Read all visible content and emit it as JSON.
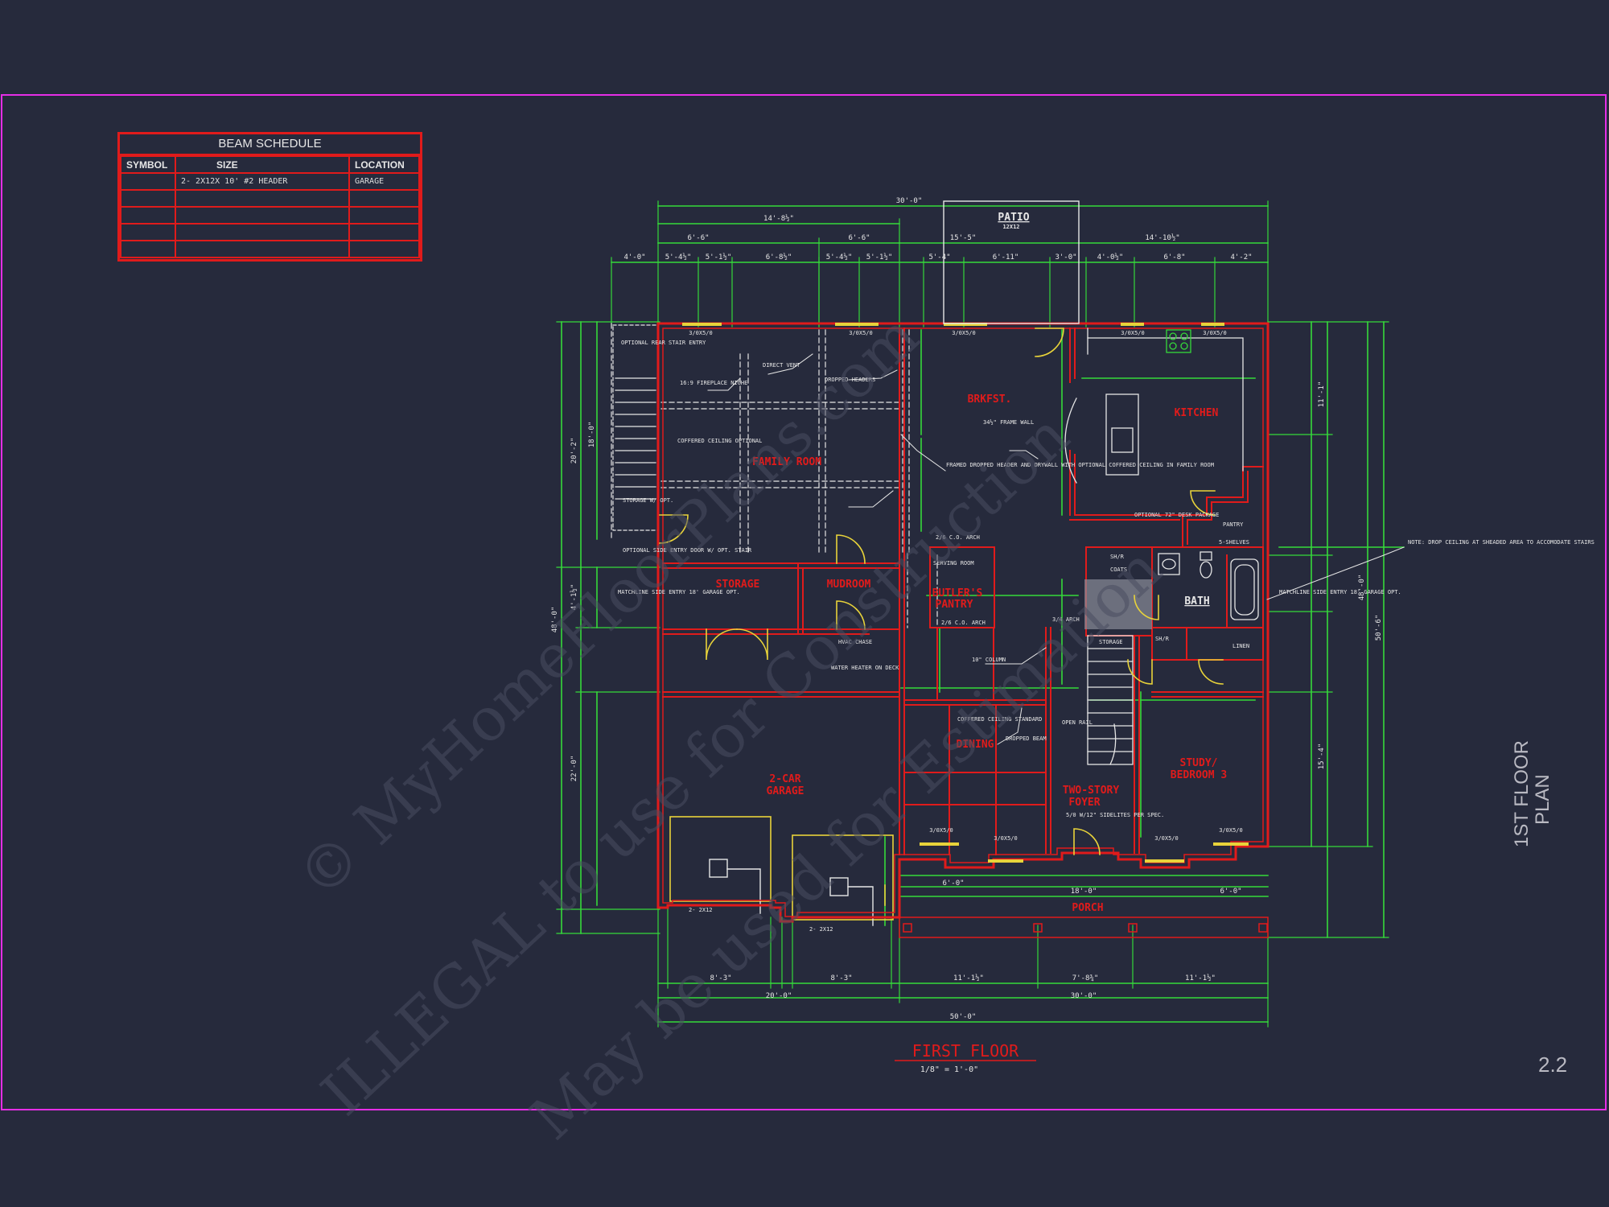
{
  "beam_schedule": {
    "title": "BEAM SCHEDULE",
    "headers": [
      "SYMBOL",
      "SIZE",
      "LOCATION"
    ],
    "rows": [
      [
        "",
        "2- 2X12X 10' #2 HEADER",
        "GARAGE"
      ],
      [
        "",
        "",
        ""
      ],
      [
        "",
        "",
        ""
      ],
      [
        "",
        "",
        ""
      ],
      [
        "",
        "",
        ""
      ]
    ]
  },
  "rooms": {
    "patio": "PATIO",
    "patio_sub": "12X12",
    "family_room": "FAMILY ROOM",
    "brkfst": "BRKFST.",
    "kitchen": "KITCHEN",
    "storage": "STORAGE",
    "mudroom": "MUDROOM",
    "butlers_pantry_1": "BUTLER'S",
    "butlers_pantry_2": "PANTRY",
    "bath": "BATH",
    "garage_1": "2-CAR",
    "garage_2": "GARAGE",
    "dining": "DINING",
    "foyer_1": "TWO-STORY",
    "foyer_2": "FOYER",
    "study_1": "STUDY/",
    "study_2": "BEDROOM 3",
    "porch": "PORCH"
  },
  "notes": {
    "optional_rear_stair": "OPTIONAL REAR STAIR ENTRY",
    "fireplace": "16:9 FIREPLACE NICHE",
    "direct_vent": "DIRECT VENT",
    "dropped_headers": "DROPPED HEADERS",
    "coffered_optional": "COFFERED CEILING OPTIONAL",
    "framed_dropped": "FRAMED DROPPED HEADER AND DRYWALL WITH OPTIONAL COFFERED CEILING IN FAMILY ROOM",
    "frame_wall": "34½\" FRAME WALL",
    "storage_opt": "STORAGE W/ OPT.",
    "optional_side_entry": "OPTIONAL SIDE ENTRY DOOR W/ OPT. STAIR",
    "matchline_left": "MATCHLINE SIDE ENTRY 18' GARAGE OPT.",
    "matchline_right": "MATCHLINE SIDE ENTRY 18' GARAGE OPT.",
    "hvac": "HVAC CHASE",
    "water_heater": "WATER HEATER ON DECK",
    "serving_room": "SERVING ROOM",
    "column": "10\" COLUMN",
    "coffered_standard": "COFFERED CEILING STANDARD",
    "dropped_beam": "DROPPED BEAM",
    "open_rail": "OPEN RAIL",
    "sidelites": "5/0 W/12\" SIDELITES PER SPEC.",
    "pantry": "PANTRY",
    "shelves": "5-SHELVES",
    "desk_package": "OPTIONAL 72\" DESK PACKAGE",
    "note_drop": "NOTE: DROP CEILING AT SHEADED AREA TO ACCOMODATE STAIRS",
    "coats": "COATS",
    "linen": "LINEN",
    "storage_small": "STORAGE",
    "arch_1": "2/6 C.O. ARCH",
    "arch_2": "2/6 C.O. ARCH",
    "arch_3": "3/4 ARCH",
    "header_2x12_a": "2- 2X12",
    "header_2x12_b": "2- 2X12",
    "shr_1": "SH/R",
    "shr_2": "SH/R"
  },
  "dims": {
    "top_total": "30'-0\"",
    "top_a": "14'-8½\"",
    "top_b": "15'-5\"",
    "top_c": "14'-10½\"",
    "top_d": "6'-6\"",
    "top_e": "6'-6\"",
    "top_1": "4'-0\"",
    "top_2": "5'-4½\"",
    "top_3": "5'-1½\"",
    "top_4": "6'-8½\"",
    "top_5": "5'-4½\"",
    "top_6": "5'-1½\"",
    "top_7": "5'-4\"",
    "top_8": "6'-11\"",
    "top_9": "3'-0\"",
    "top_10": "4'-0½\"",
    "top_11": "6'-8\"",
    "top_12": "4'-2\"",
    "bot_1": "8'-3\"",
    "bot_2": "8'-3\"",
    "bot_3": "11'-1½\"",
    "bot_4": "7'-8¾\"",
    "bot_5": "11'-1½\"",
    "bot_20": "20'-0\"",
    "bot_30a": "30'-0\"",
    "bot_50": "50'-0\"",
    "left_1": "20'-2\"",
    "left_2": "18'-0\"",
    "left_3": "48'-0\"",
    "left_4": "4'-1½\"",
    "left_5": "22'-0\"",
    "right_1": "11'-1\"",
    "right_2": "48'-0\"",
    "right_3": "50'-6\"",
    "right_4": "15'-4\"",
    "win_1": "3/0X5/0",
    "win_2": "3/0X5/0",
    "win_3": "3/0X5/0",
    "win_4": "3/0X5/0",
    "win_5": "3/0X5/0",
    "win_6": "3/0X5/0",
    "win_7": "3/0X5/0",
    "win_8": "3/0X5/0",
    "win_9": "3/0X5/0",
    "porch_1": "6'-0\"",
    "porch_2": "18'-0\"",
    "porch_3": "6'-0\""
  },
  "drawing": {
    "title": "FIRST FLOOR",
    "scale": "1/8\" = 1'-0\""
  },
  "sheet": {
    "title_line1": "1ST FLOOR",
    "title_line2": "PLAN",
    "number": "2.2"
  },
  "watermark": {
    "line1": "© MyHomeFloorPlans.com",
    "line2": "ILLEGAL to use for Construction",
    "line3": "May be used for Estimation"
  },
  "colors": {
    "background": "#262a3c",
    "wall": "#e01b1b",
    "dimension": "#35d93a",
    "detail": "#e6e6e6",
    "door": "#e8d33a",
    "border": "#e62ee6"
  }
}
